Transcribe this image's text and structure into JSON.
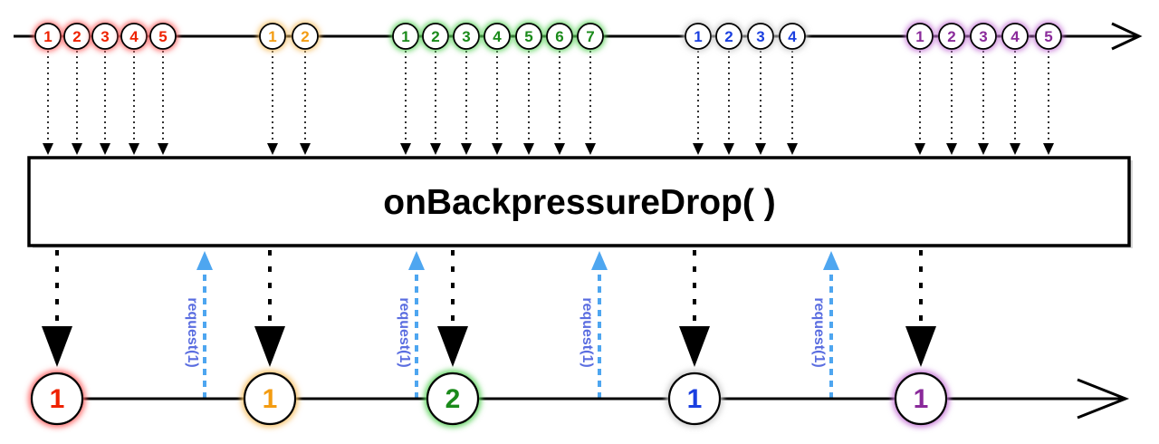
{
  "colors": {
    "red": "#ee2200",
    "red_glow": "#ff6a6a",
    "orange": "#f39c12",
    "orange_glow": "#f7c26b",
    "green": "#1a8a1a",
    "green_glow": "#5fd35f",
    "blue": "#1a3fe0",
    "blue_glow": "#cccccc",
    "purple": "#8a2a9a",
    "purple_glow": "#c879d8",
    "request": "#4ea6f0",
    "request_text": "#5a6de0",
    "line": "#000000"
  },
  "operator": {
    "label": "onBackpressureDrop( )"
  },
  "source_groups": [
    {
      "color_key": "red",
      "labels": [
        "1",
        "2",
        "3",
        "4",
        "5"
      ]
    },
    {
      "color_key": "orange",
      "labels": [
        "1",
        "2"
      ]
    },
    {
      "color_key": "green",
      "labels": [
        "1",
        "2",
        "3",
        "4",
        "5",
        "6",
        "7"
      ]
    },
    {
      "color_key": "blue",
      "labels": [
        "1",
        "2",
        "3",
        "4"
      ]
    },
    {
      "color_key": "purple",
      "labels": [
        "1",
        "2",
        "3",
        "4",
        "5"
      ]
    }
  ],
  "output_items": [
    {
      "color_key": "red",
      "label": "1"
    },
    {
      "color_key": "orange",
      "label": "1"
    },
    {
      "color_key": "green",
      "label": "2"
    },
    {
      "color_key": "blue",
      "label": "1"
    },
    {
      "color_key": "purple",
      "label": "1"
    }
  ],
  "requests": [
    {
      "label": "request(1)"
    },
    {
      "label": "request(1)"
    },
    {
      "label": "request(1)"
    },
    {
      "label": "request(1)"
    }
  ]
}
